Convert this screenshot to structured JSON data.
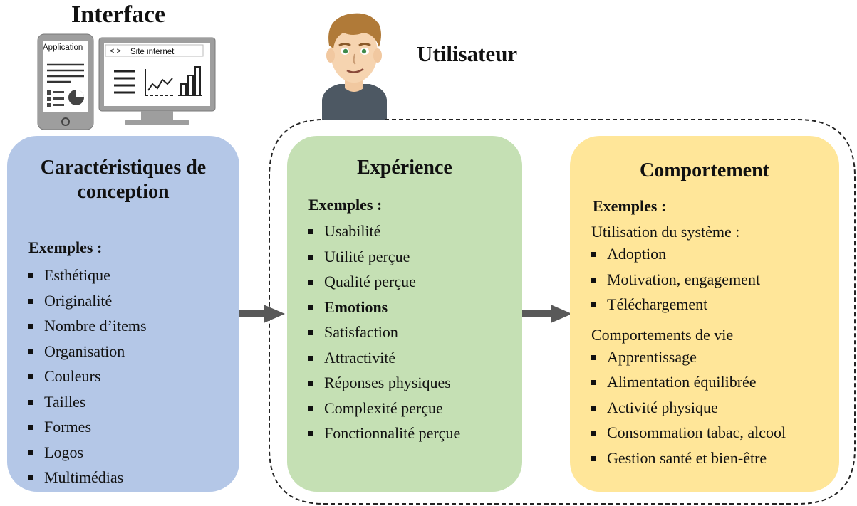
{
  "interface": {
    "title": "Interface",
    "phone_label": "Application",
    "browser_nav": "< >",
    "browser_label": "Site internet"
  },
  "user": {
    "title": "Utilisateur"
  },
  "panels": {
    "design": {
      "title_line1": "Caractéristiques de",
      "title_line2": "conception",
      "examples_label": "Exemples :",
      "items": [
        "Esthétique",
        "Originalité",
        "Nombre d’items",
        "Organisation",
        "Couleurs",
        "Tailles",
        "Formes",
        "Logos",
        "Multimédias"
      ],
      "color": "#b4c7e7"
    },
    "experience": {
      "title": "Expérience",
      "examples_label": "Exemples :",
      "items": [
        "Usabilité",
        "Utilité perçue",
        "Qualité perçue",
        "Emotions",
        "Satisfaction",
        "Attractivité",
        "Réponses physiques",
        "Complexité perçue",
        "Fonctionnalité perçue"
      ],
      "bold_item": "Emotions",
      "color": "#c5e0b4"
    },
    "behaviour": {
      "title": "Comportement",
      "examples_label": "Exemples :",
      "group1_label": "Utilisation du système :",
      "group1_items": [
        "Adoption",
        "Motivation, engagement",
        "Téléchargement"
      ],
      "group2_label": "Comportements de vie",
      "group2_items": [
        "Apprentissage",
        "Alimentation équilibrée",
        "Activité physique",
        "Consommation tabac, alcool",
        "Gestion santé et bien-être"
      ],
      "color": "#ffe699"
    }
  },
  "colors": {
    "arrow": "#595959",
    "device": "#9e9e9e",
    "device_dark": "#555555"
  }
}
